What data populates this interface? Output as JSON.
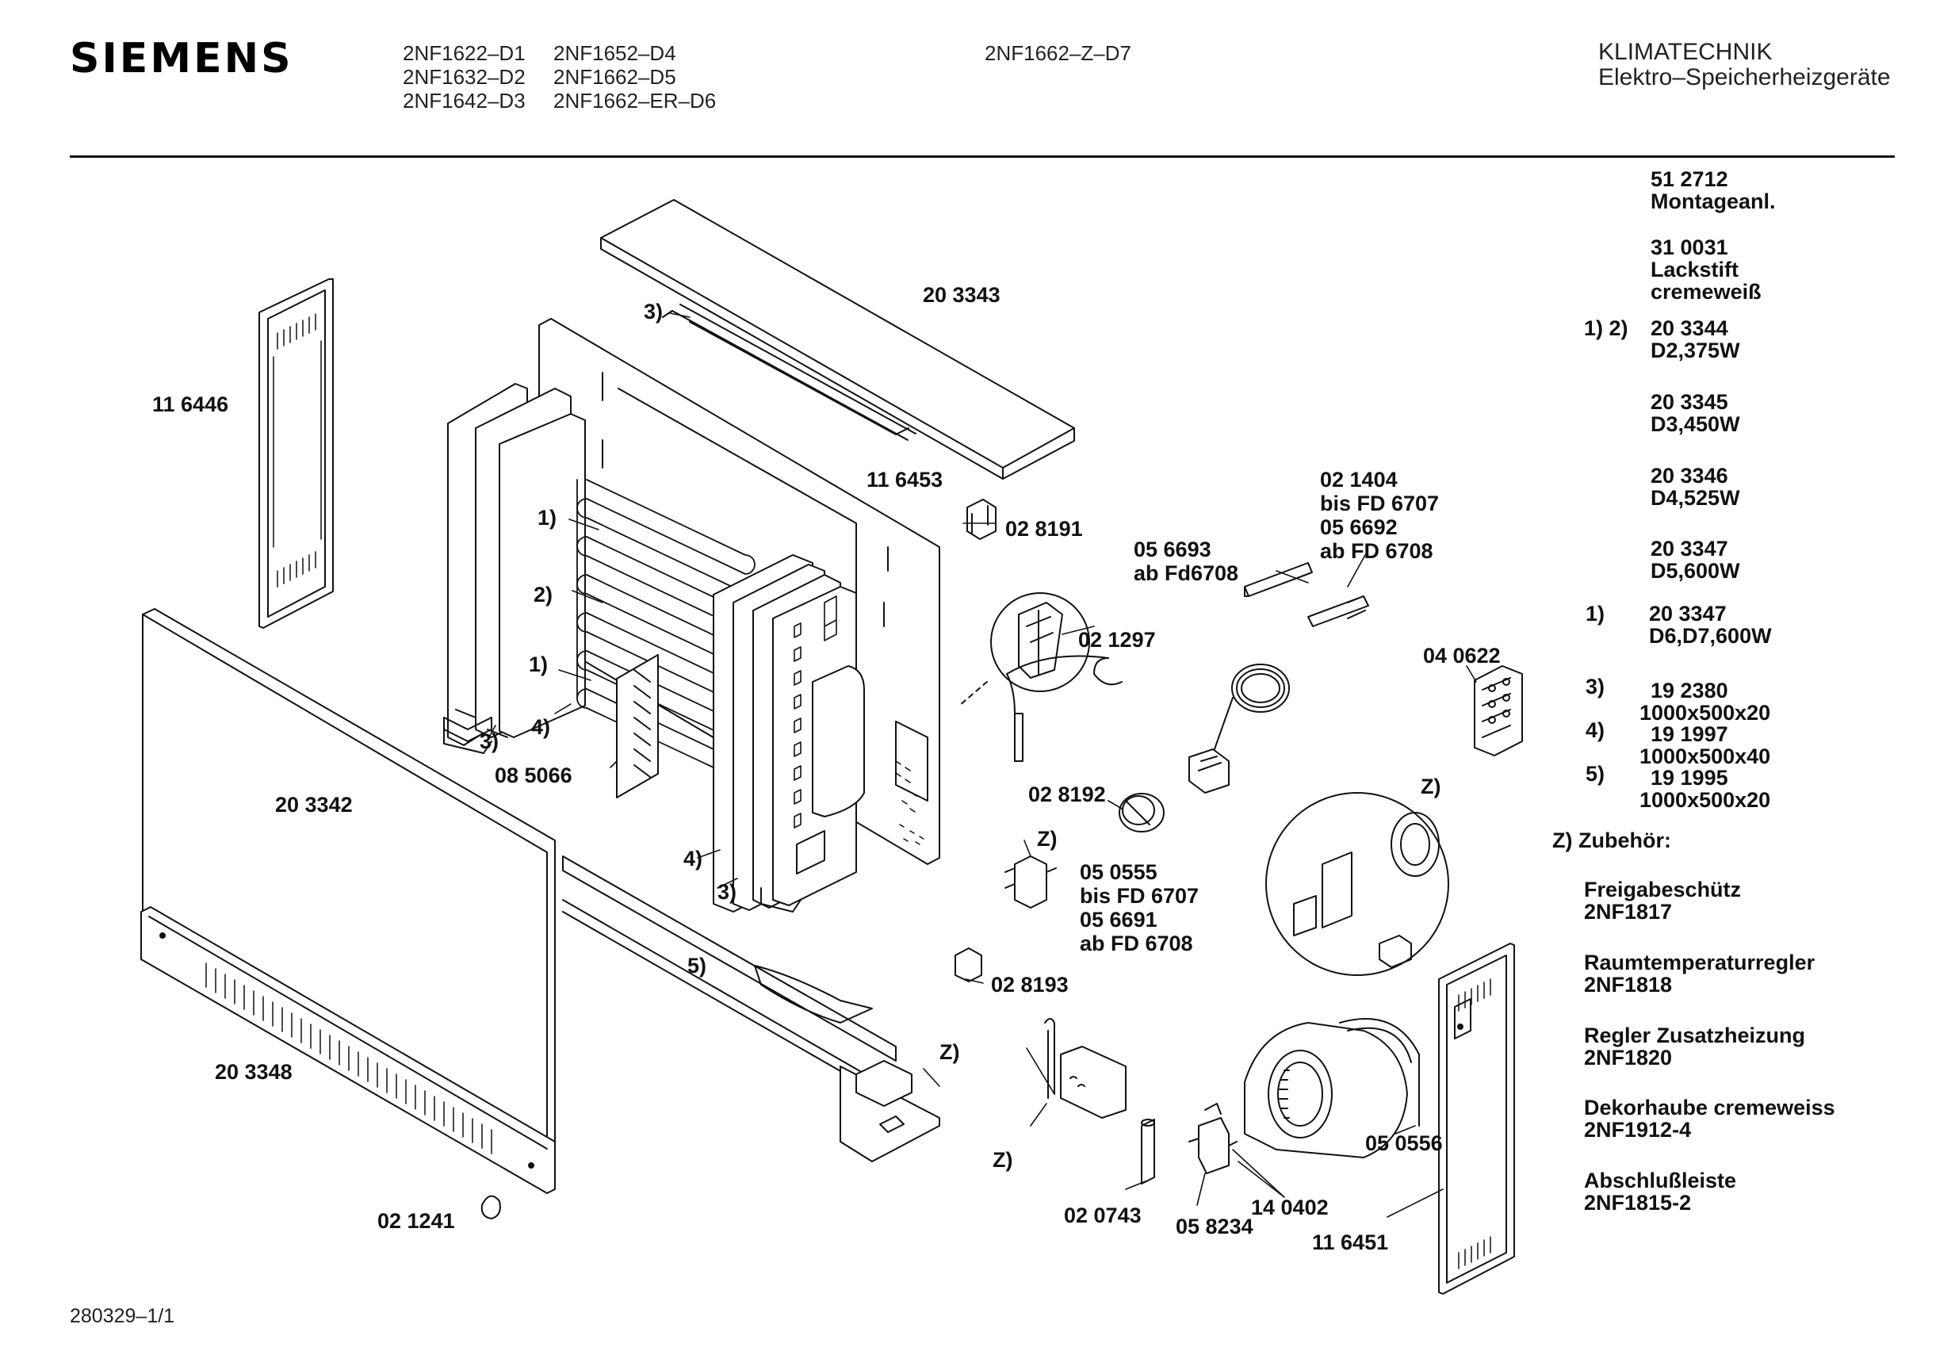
{
  "header": {
    "brand": "SIEMENS",
    "models_col1": [
      "2NF1622–D1",
      "2NF1632–D2",
      "2NF1642–D3"
    ],
    "models_col2": [
      "2NF1652–D4",
      "2NF1662–D5",
      "2NF1662–ER–D6"
    ],
    "model_center": "2NF1662–Z–D7",
    "category": "KLIMATECHNIK",
    "subcategory": "Elektro–Speicherheizgeräte"
  },
  "callouts": {
    "c203343": "20 3343",
    "c116446": "11 6446",
    "c116453": "11 6453",
    "c028191": "02 8191",
    "c021404": [
      "02 1404",
      "bis FD 6707",
      "05 6692",
      "ab FD 6708"
    ],
    "c056693": [
      "05 6693",
      "ab Fd6708"
    ],
    "c021297": "02 1297",
    "c040622": "04 0622",
    "c085066": "08 5066",
    "c203342": "20 3342",
    "c028192": "02 8192",
    "c050555": [
      "05 0555",
      "bis FD 6707",
      "05 6691",
      "ab FD 6708"
    ],
    "c028193": "02 8193",
    "c203348": "20 3348",
    "c021241": "02 1241",
    "c020743": "02 0743",
    "c058234": "05 8234",
    "c140402": "14 0402",
    "c116451": "11 6451",
    "c050556": "05 0556",
    "m3a": "3)",
    "m1a": "1)",
    "m2a": "2)",
    "m1b": "1)",
    "m4a": "4)",
    "m3b": "3)",
    "m4b": "4)",
    "m3c": "3)",
    "m5a": "5)",
    "mZa": "Z)",
    "mZb": "Z)",
    "mZc": "Z)",
    "mZd": "Z)"
  },
  "sidebar": {
    "e1": [
      "51 2712",
      "Montageanl."
    ],
    "e2": [
      "31 0031",
      "Lackstift",
      "cremeweiß"
    ],
    "e3_mark": "1) 2)",
    "e3": [
      "20 3344",
      "D2,375W"
    ],
    "e4": [
      "20 3345",
      "D3,450W"
    ],
    "e5": [
      "20 3346",
      "D4,525W"
    ],
    "e6": [
      "20 3347",
      "D5,600W"
    ],
    "e7_mark": "1)",
    "e7": [
      "20 3347",
      "D6,D7,600W"
    ],
    "e8_mark": "3)",
    "e8": [
      "19 2380",
      "1000x500x20"
    ],
    "e9_mark": "4)",
    "e9": [
      "19 1997",
      "1000x500x40"
    ],
    "e10_mark": "5)",
    "e10": [
      "19 1995",
      "1000x500x20"
    ],
    "acc_title": "Z) Zubehör:",
    "acc": [
      [
        "Freigabeschütz",
        "2NF1817"
      ],
      [
        "Raumtemperaturregler",
        "2NF1818"
      ],
      [
        "Regler Zusatzheizung",
        "2NF1820"
      ],
      [
        "Dekorhaube cremeweiss",
        "2NF1912-4"
      ],
      [
        "Abschlußleiste",
        "2NF1815-2"
      ]
    ]
  },
  "footer": {
    "code": "280329–1/1"
  }
}
